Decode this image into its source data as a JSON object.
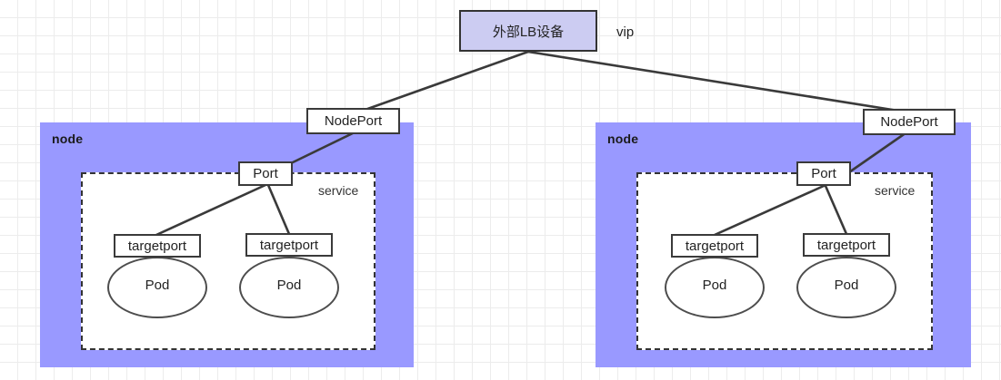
{
  "diagram": {
    "title": "Kubernetes NodePort service topology",
    "colors": {
      "node_fill": "#9999ff",
      "lb_fill": "#ccccf2",
      "box_fill": "#ffffff",
      "stroke": "#333333",
      "grid": "#ececec",
      "background": "#ffffff"
    },
    "lb": {
      "label": "外部LB设备",
      "vip_label": "vip"
    },
    "nodes": [
      {
        "label": "node",
        "nodeport_label": "NodePort",
        "service_label": "service",
        "port_label": "Port",
        "targetports": [
          "targetport",
          "targetport"
        ],
        "pods": [
          "Pod",
          "Pod"
        ]
      },
      {
        "label": "node",
        "nodeport_label": "NodePort",
        "service_label": "service",
        "port_label": "Port",
        "targetports": [
          "targetport",
          "targetport"
        ],
        "pods": [
          "Pod",
          "Pod"
        ]
      }
    ]
  }
}
